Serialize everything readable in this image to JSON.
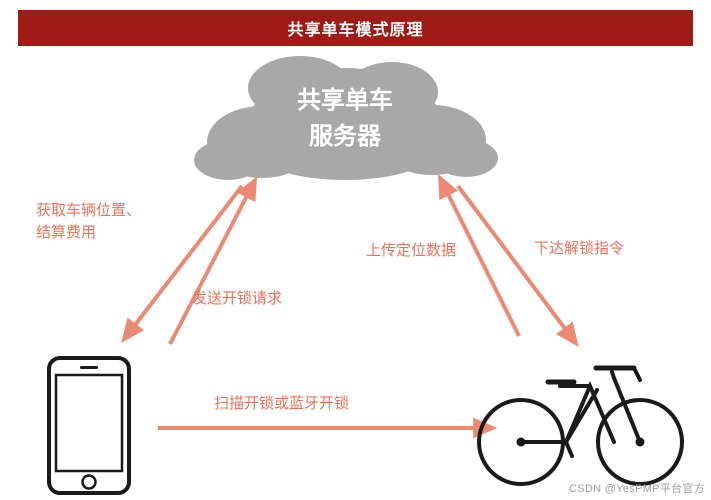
{
  "title": {
    "text": "共享单车模式原理",
    "bar_color": "#9e1b16",
    "text_color": "#ffffff"
  },
  "nodes": {
    "cloud": {
      "name": "server-cloud",
      "label": "共享单车\n服务器",
      "fill": "#a8a8a8",
      "text_color": "#ffffff"
    },
    "phone": {
      "name": "smartphone",
      "label": "",
      "body_color": "#1a1a1a",
      "screen_color": "#ffffff"
    },
    "bike": {
      "name": "bicycle",
      "label": "",
      "stroke_color": "#1a1a1a"
    }
  },
  "arrow_color": "#ea8a73",
  "edges": [
    {
      "id": "fetch",
      "label": "获取车辆位置、\n结算费用",
      "from": "cloud",
      "to": "phone"
    },
    {
      "id": "unlock_request",
      "label": "发送开锁请求",
      "from": "phone",
      "to": "cloud"
    },
    {
      "id": "upload_location",
      "label": "上传定位数据",
      "from": "bike",
      "to": "cloud"
    },
    {
      "id": "unlock_command",
      "label": "下达解锁指令",
      "from": "cloud",
      "to": "bike"
    },
    {
      "id": "scan_or_bluetooth",
      "label": "扫描开锁或蓝牙开锁",
      "from": "phone",
      "to": "bike"
    }
  ],
  "watermark": "CSDN @YesPMP平台官方"
}
